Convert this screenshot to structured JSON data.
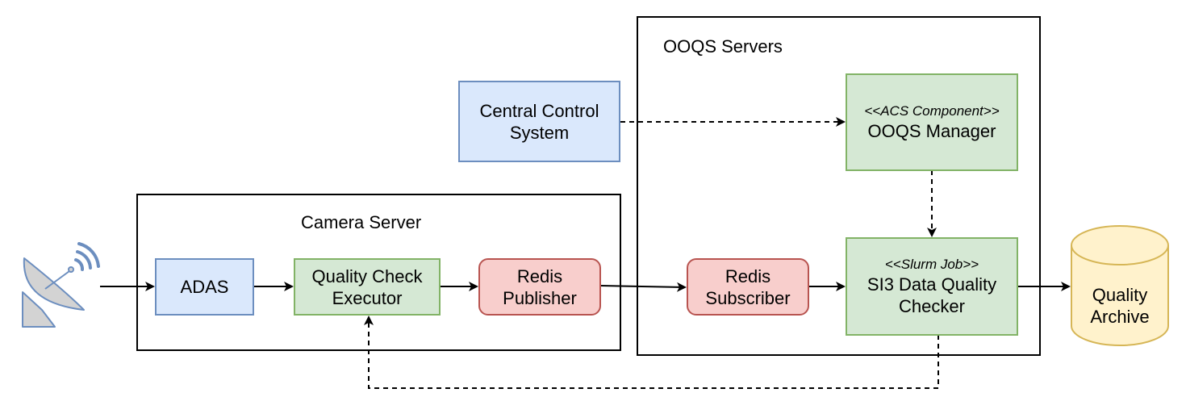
{
  "groups": {
    "ooqs_servers": "OOQS Servers",
    "camera_server": "Camera Server"
  },
  "nodes": {
    "central_control": {
      "line1": "Central Control",
      "line2": "System"
    },
    "ooqs_manager": {
      "stereotype": "<<ACS Component>>",
      "label": "OOQS Manager"
    },
    "adas": {
      "label": "ADAS"
    },
    "quality_check_executor": {
      "line1": "Quality Check",
      "line2": "Executor"
    },
    "redis_publisher": {
      "line1": "Redis",
      "line2": "Publisher"
    },
    "redis_subscriber": {
      "line1": "Redis",
      "line2": "Subscriber"
    },
    "si3_checker": {
      "stereotype": "<<Slurm Job>>",
      "line1": "SI3 Data Quality",
      "line2": "Checker"
    },
    "quality_archive": {
      "line1": "Quality",
      "line2": "Archive"
    }
  },
  "icons": {
    "antenna": "satellite-dish-icon",
    "archive": "database-cylinder-icon"
  },
  "colors": {
    "blue_fill": "#dae8fc",
    "blue_stroke": "#6c8ebf",
    "green_fill": "#d5e8d4",
    "green_stroke": "#82b366",
    "red_fill": "#f8cecc",
    "red_stroke": "#b85450",
    "yellow_fill": "#fff2cc",
    "yellow_stroke": "#d6b656"
  },
  "edges": [
    {
      "from": "antenna",
      "to": "adas",
      "style": "solid"
    },
    {
      "from": "adas",
      "to": "quality_check_executor",
      "style": "solid"
    },
    {
      "from": "quality_check_executor",
      "to": "redis_publisher",
      "style": "solid"
    },
    {
      "from": "redis_publisher",
      "to": "redis_subscriber",
      "style": "solid"
    },
    {
      "from": "redis_subscriber",
      "to": "si3_checker",
      "style": "solid"
    },
    {
      "from": "si3_checker",
      "to": "quality_archive",
      "style": "solid"
    },
    {
      "from": "central_control",
      "to": "ooqs_manager",
      "style": "dashed"
    },
    {
      "from": "ooqs_manager",
      "to": "si3_checker",
      "style": "dashed"
    },
    {
      "from": "si3_checker",
      "to": "quality_check_executor",
      "style": "dashed"
    }
  ]
}
